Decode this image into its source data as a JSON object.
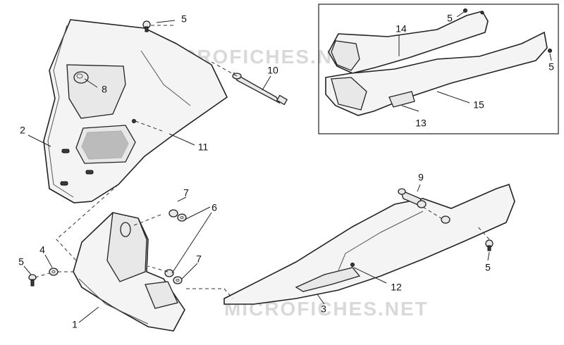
{
  "watermark": "MICROFICHES.NET",
  "colors": {
    "line": "#222222",
    "fill": "#f4f4f4",
    "shade": "#e8e8e8",
    "dark": "#3a3a3a",
    "watermark": "#d9d9d9"
  },
  "callouts": {
    "c1": "1",
    "c2": "2",
    "c3": "3",
    "c4": "4",
    "c5a": "5",
    "c5b": "5",
    "c5c": "5",
    "c5d": "5",
    "c5e": "5",
    "c6": "6",
    "c7a": "7",
    "c7b": "7",
    "c8": "8",
    "c9": "9",
    "c10": "10",
    "c11": "11",
    "c12": "12",
    "c13": "13",
    "c14": "14",
    "c15": "15"
  }
}
